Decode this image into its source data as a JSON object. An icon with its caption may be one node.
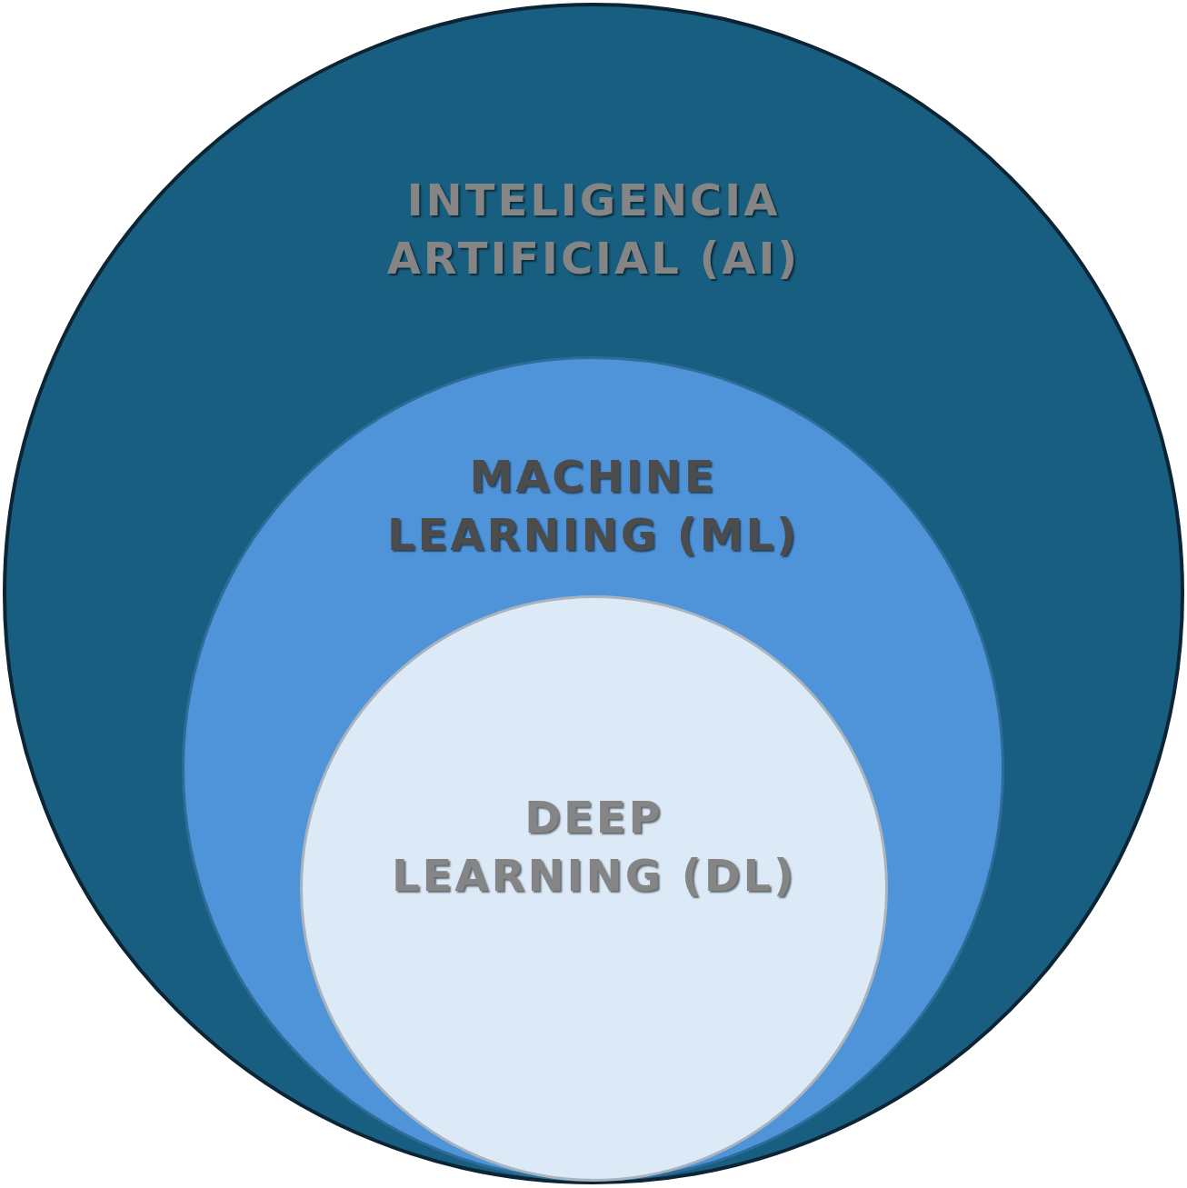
{
  "diagram": {
    "nodes": [
      {
        "text": [
          "INTELIGENCIA ARTIFICIAL (AI)"
        ]
      },
      {
        "text": [
          "MACHINE LEARNING (ML)"
        ],
        "in": 0
      },
      {
        "text": [
          "DEEP LEARNING (DL)"
        ],
        "in": 1
      }
    ]
  }
}
